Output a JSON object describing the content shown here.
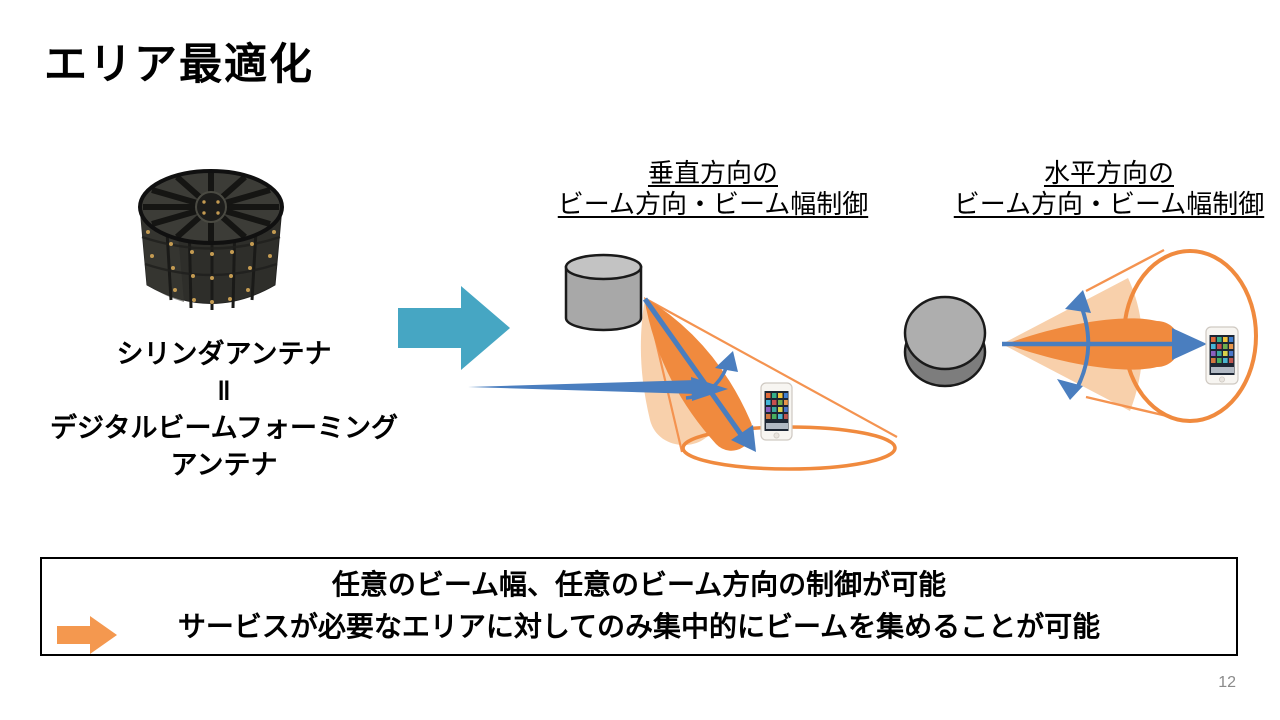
{
  "slide": {
    "title": "エリア最適化",
    "page_number": "12"
  },
  "antenna": {
    "caption_lines": [
      "シリンダアンテナ",
      "‖",
      "デジタルビームフォーミング",
      "アンテナ"
    ]
  },
  "diagram_labels": {
    "vertical": {
      "line1": "垂直方向の",
      "line2": "ビーム方向・ビーム幅制御"
    },
    "horizontal": {
      "line1": "水平方向の",
      "line2": "ビーム方向・ビーム幅制御"
    }
  },
  "summary_box": {
    "line1": "任意のビーム幅、任意のビーム方向の制御が可能",
    "line2": "サービスが必要なエリアに対してのみ集中的にビームを集めることが可能"
  },
  "icons": {
    "transform_arrow": "right-arrow",
    "summary_arrow": "right-arrow",
    "antenna_photo": "cylinder-antenna-photo",
    "smartphone": "smartphone",
    "beam_sweep": "curved-double-arrow"
  },
  "colors": {
    "teal_arrow": "#46A6C3",
    "beam_orange": "#F08A3E",
    "beam_orange_light": "#F8D0AB",
    "arrow_blue": "#4A7EBF",
    "cylinder_gray": "#ACACAC",
    "box_border": "#000000",
    "page_number": "#8A8A8A"
  }
}
